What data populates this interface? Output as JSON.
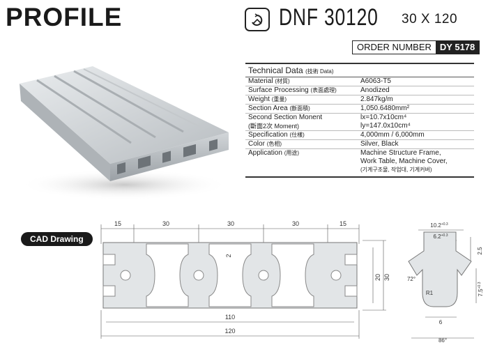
{
  "header": {
    "title": "PROFILE",
    "model": "DNF 30120",
    "size": "30 X 120",
    "order_label": "ORDER NUMBER",
    "order_code": "DY 5178"
  },
  "tech": {
    "heading": "Technical Data",
    "heading_sub": "(技術 Data)",
    "rows": [
      {
        "k": "Material",
        "ks": "(材質)",
        "v": "A6063-T5"
      },
      {
        "k": "Surface Processing",
        "ks": "(表面處理)",
        "v": "Anodized"
      },
      {
        "k": "Weight",
        "ks": "(重量)",
        "v": "2.847kg/m"
      },
      {
        "k": "Section Area",
        "ks": "(斷面積)",
        "v": "1,050.6480mm²"
      },
      {
        "k": "Second Section Monent",
        "ks": "",
        "v": "lx=10.7x10cm⁴"
      },
      {
        "k": "(斷面2次 Moment)",
        "ks": "",
        "v": "ly=147.0x10cm⁴"
      },
      {
        "k": "Specification",
        "ks": "(仕樣)",
        "v": "4,000mm / 6,000mm"
      },
      {
        "k": "Color",
        "ks": "(色相)",
        "v": "Silver, Black"
      },
      {
        "k": "Application",
        "ks": "(用途)",
        "v": "Machine Structure Frame,"
      }
    ],
    "app_line2": "Work Table, Machine Cover,",
    "app_line3": "(기계구조물, 작업대, 기계커버)"
  },
  "cad": {
    "badge": "CAD Drawing",
    "dims_top": [
      "15",
      "30",
      "30",
      "30",
      "15"
    ],
    "dim_2": "2",
    "dim_20": "20",
    "dim_30": "30",
    "dim_110": "110",
    "dim_120": "120"
  },
  "detail": {
    "d1": "10.2",
    "d1_tol": "+0.3",
    "d2": "6.2",
    "d2_tol": "+0.3",
    "d_25": "2.5",
    "d_72": "72°",
    "d_r1": "R1",
    "d_75": "7.5",
    "d_75_tol": "+0.3",
    "d_6": "6",
    "d_86": "86°"
  }
}
